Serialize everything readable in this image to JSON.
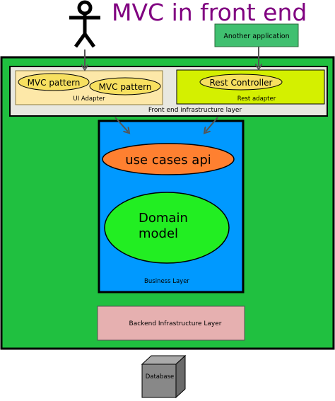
{
  "title": "MVC in front end",
  "colors": {
    "title": "#800080",
    "outer_green": "#20c040",
    "frontend_layer": "#e8e8e0",
    "ui_adapter": "#fde8a8",
    "rest_adapter": "#d4f000",
    "ellipse_yellow": "#f7e060",
    "business_layer": "#0099ff",
    "use_cases": "#ff8030",
    "domain": "#22ee22",
    "backend_layer": "#e6b0b0",
    "another_app": "#40c070",
    "database": "#888888",
    "arrow": "#555555"
  },
  "actor": {
    "icon": "stick-figure-icon"
  },
  "another_application": {
    "label": "Another application"
  },
  "frontend_layer": {
    "label": "Front end infrastructure layer",
    "ui_adapter": {
      "label": "UI Adapter",
      "patterns": [
        "MVC pattern",
        "MVC pattern"
      ]
    },
    "rest_adapter": {
      "label": "Rest adapter",
      "controller": "Rest Controller"
    }
  },
  "business_layer": {
    "label": "Business Layer",
    "use_cases": "use cases api",
    "domain_model": [
      "Domain",
      "model"
    ]
  },
  "backend_layer": {
    "label": "Backend Infrastructure Layer"
  },
  "database": {
    "label": "Database",
    "icon": "database-cube-icon"
  }
}
